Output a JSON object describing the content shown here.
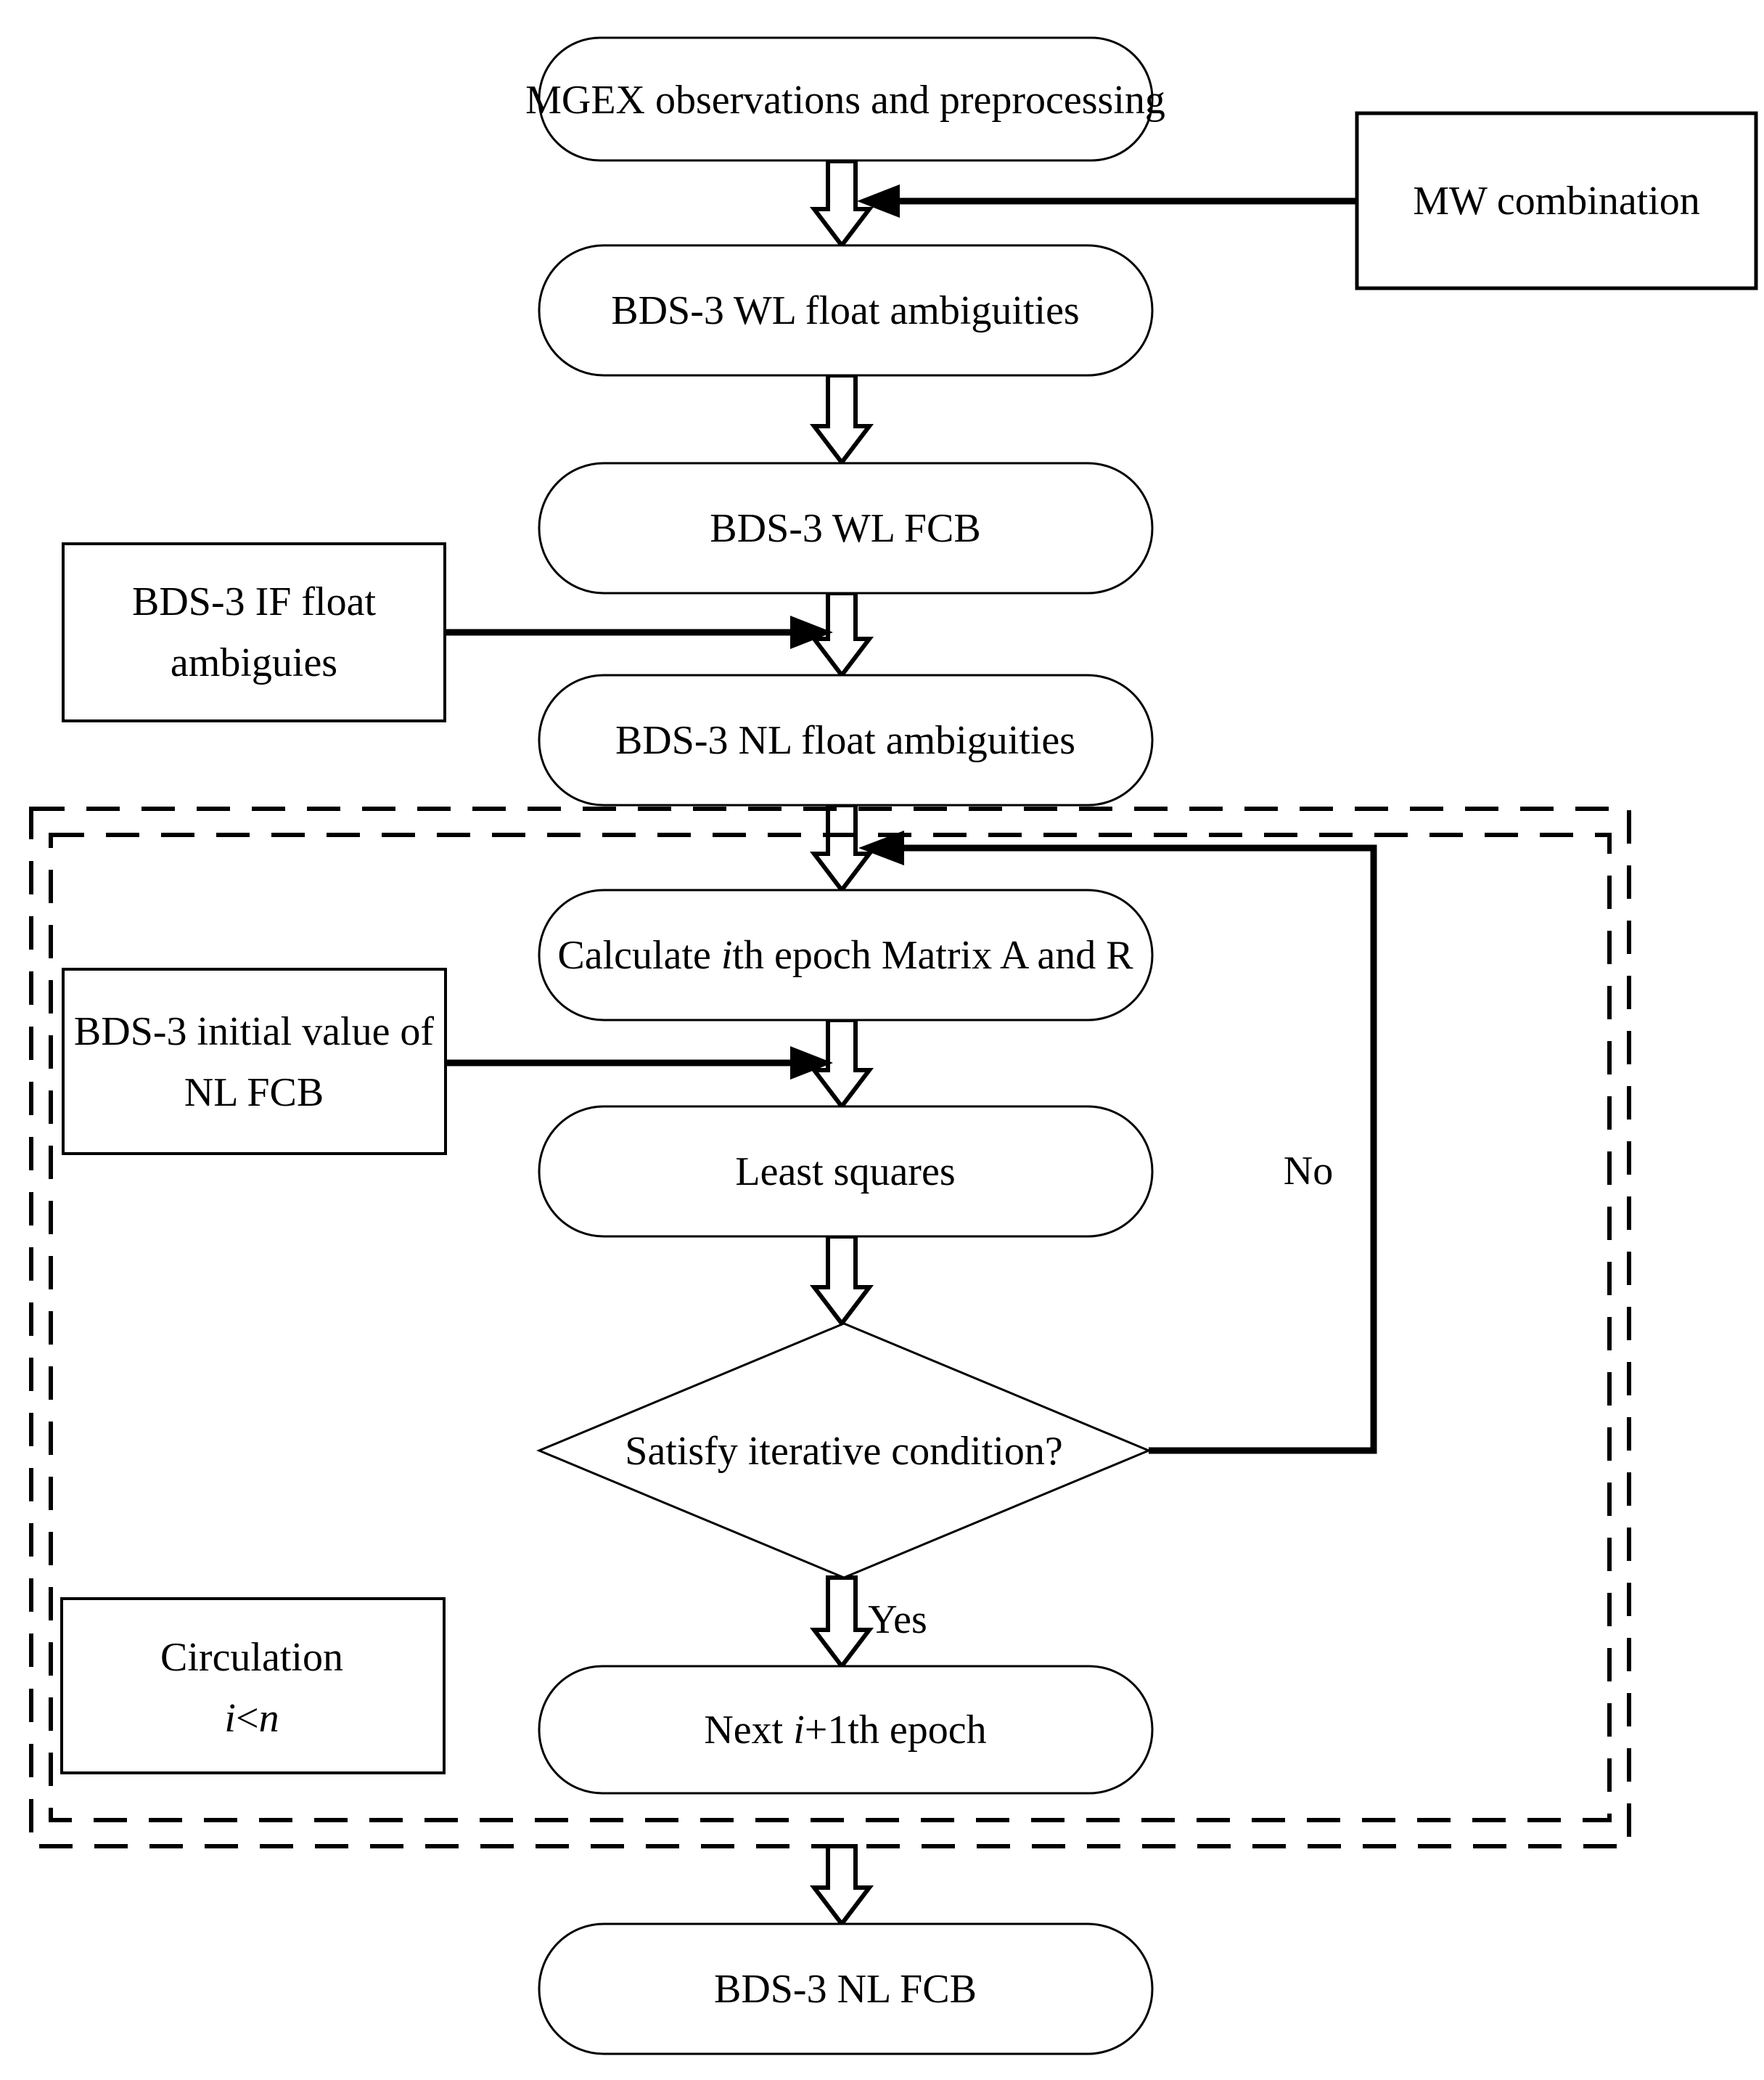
{
  "figure": {
    "type": "flowchart",
    "background_color": "#ffffff",
    "line_color": "#000000"
  },
  "nodes": {
    "mgex": {
      "label": "MGEX observations and preprocessing"
    },
    "mw": {
      "label": "MW combination"
    },
    "wl_float": {
      "label": "BDS-3 WL float ambiguities"
    },
    "wl_fcb": {
      "label": "BDS-3 WL FCB"
    },
    "if_float": {
      "line1": "BDS-3 IF float",
      "line2": "ambiguies"
    },
    "nl_float": {
      "label": "BDS-3 NL float ambiguities"
    },
    "calculate": {
      "pre": "Calculate ",
      "italic": "i",
      "post": "th epoch Matrix A and R"
    },
    "initial_value": {
      "line1": "BDS-3 initial value of",
      "line2": "NL FCB"
    },
    "least_squares": {
      "label": "Least squares"
    },
    "condition": {
      "label": "Satisfy iterative condition?"
    },
    "circulation": {
      "line1": "Circulation",
      "i": "i",
      "lt": "<",
      "n": "n"
    },
    "next_epoch": {
      "pre": "Next ",
      "italic": "i",
      "post": "+1th epoch"
    },
    "nl_fcb": {
      "label": "BDS-3 NL FCB"
    }
  },
  "edge_labels": {
    "no": "No",
    "yes": "Yes"
  }
}
